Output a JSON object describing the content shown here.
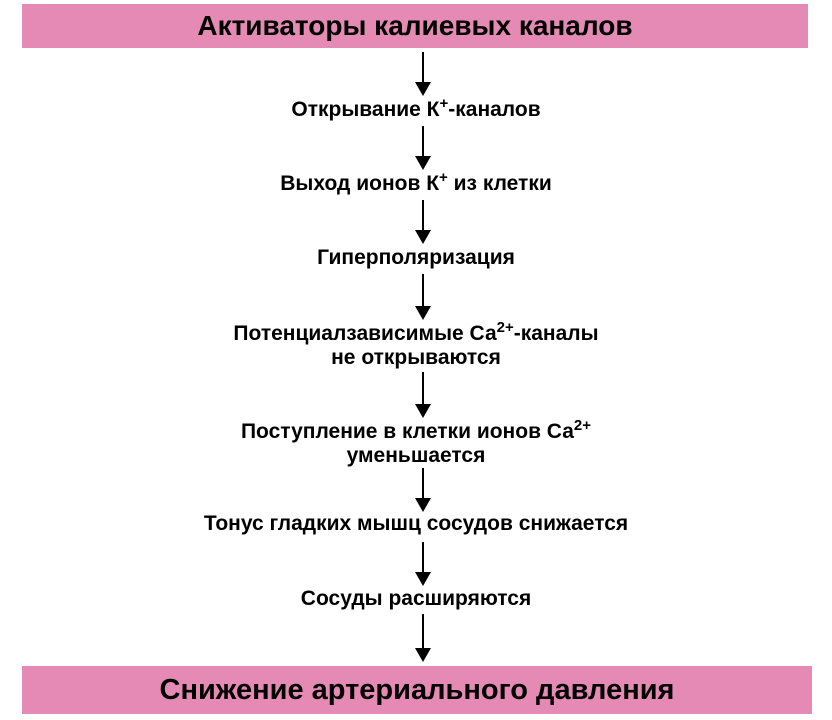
{
  "colors": {
    "box_fill": "#e58ab4",
    "text": "#000000",
    "arrow": "#000000"
  },
  "top_box": {
    "label": "Активаторы калиевых каналов"
  },
  "steps": [
    {
      "parts": [
        "Открывание К",
        "+",
        "-каналов"
      ]
    },
    {
      "parts": [
        "Выход ионов К",
        "+",
        " из клетки"
      ]
    },
    {
      "line1": "Гиперполяризация"
    },
    {
      "parts": [
        "Потенциалзависимые Са",
        "2+",
        "-каналы"
      ],
      "line2": "не открываются"
    },
    {
      "parts": [
        "Поступление в клетки ионов Са",
        "2+"
      ],
      "line2": "уменьшается"
    },
    {
      "line1": "Тонус гладких мышц сосудов снижается"
    },
    {
      "line1": "Сосуды расширяются"
    }
  ],
  "bottom_box": {
    "label": "Снижение артериального давления"
  }
}
